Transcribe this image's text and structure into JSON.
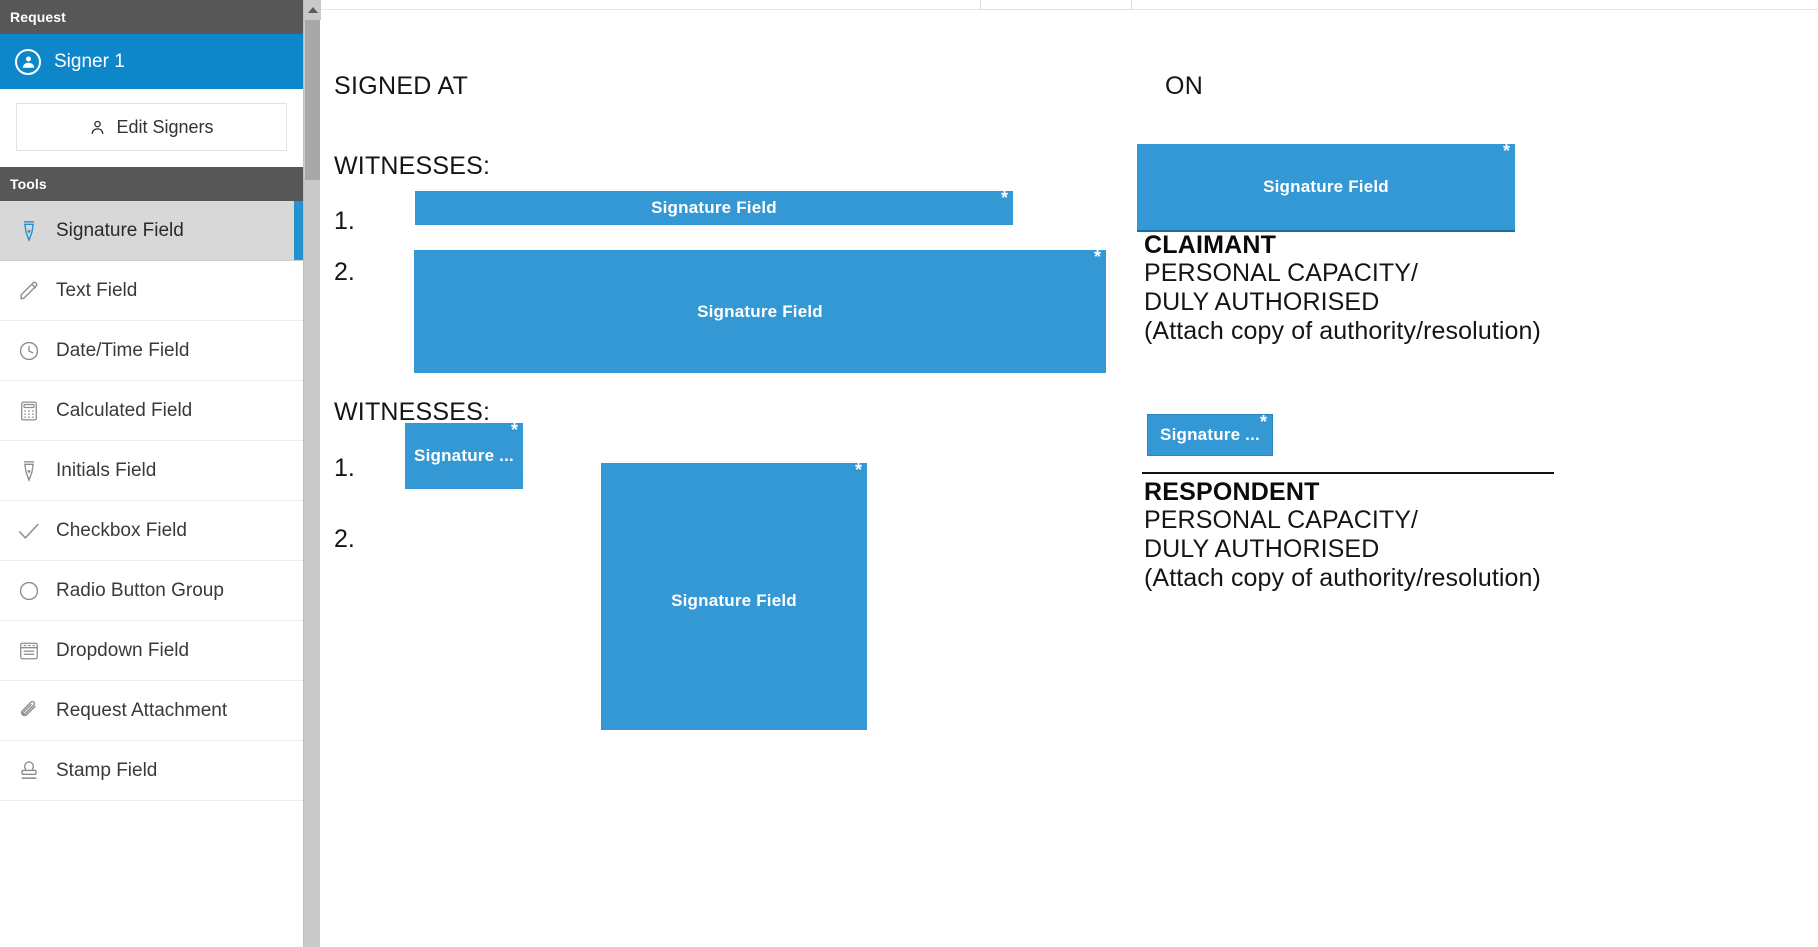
{
  "sidebar": {
    "request_header": "Request",
    "signer": {
      "name": "Signer 1",
      "icon": "user-circle-icon"
    },
    "edit_signers": {
      "label": "Edit Signers",
      "icon": "user-icon"
    },
    "tools_header": "Tools",
    "tools": [
      {
        "label": "Signature Field",
        "icon": "pen-nib-icon",
        "active": true
      },
      {
        "label": "Text Field",
        "icon": "pencil-icon",
        "active": false
      },
      {
        "label": "Date/Time Field",
        "icon": "clock-icon",
        "active": false
      },
      {
        "label": "Calculated Field",
        "icon": "calculator-icon",
        "active": false
      },
      {
        "label": "Initials Field",
        "icon": "pen-nib-icon",
        "active": false
      },
      {
        "label": "Checkbox Field",
        "icon": "check-icon",
        "active": false
      },
      {
        "label": "Radio Button Group",
        "icon": "circle-icon",
        "active": false
      },
      {
        "label": "Dropdown Field",
        "icon": "list-box-icon",
        "active": false
      },
      {
        "label": "Request Attachment",
        "icon": "paperclip-icon",
        "active": false
      },
      {
        "label": "Stamp Field",
        "icon": "stamp-icon",
        "active": false
      }
    ]
  },
  "document": {
    "signed_at_label": "SIGNED AT",
    "on_label": "ON",
    "witnesses_label_1": "WITNESSES:",
    "witnesses_label_2": "WITNESSES:",
    "num_1a": "1.",
    "num_2a": "2.",
    "num_1b": "1.",
    "num_2b": "2.",
    "claimant": {
      "title": "CLAIMANT",
      "line1": "PERSONAL CAPACITY/",
      "line2": "DULY AUTHORISED",
      "line3": "(Attach copy of authority/resolution)"
    },
    "respondent": {
      "title": "RESPONDENT",
      "line1": "PERSONAL CAPACITY/",
      "line2": "DULY AUTHORISED",
      "line3": "(Attach copy of authority/resolution)"
    }
  },
  "fields": {
    "witness1_top": {
      "label": "Signature Field",
      "required_marker": "*"
    },
    "witness2_top": {
      "label": "Signature Field",
      "required_marker": "*"
    },
    "claimant_sig": {
      "label": "Signature Field",
      "required_marker": "*"
    },
    "witness1_bottom": {
      "label": "Signature ...",
      "required_marker": "*"
    },
    "witness2_bottom": {
      "label": "Signature Field",
      "required_marker": "*"
    },
    "respondent_sig": {
      "label": "Signature ...",
      "required_marker": "*"
    }
  },
  "colors": {
    "field_blue": "#3398d4",
    "accent_blue": "#0d87ca",
    "panel_header_gray": "#575757",
    "active_tool_gray": "#d8d8d8"
  }
}
